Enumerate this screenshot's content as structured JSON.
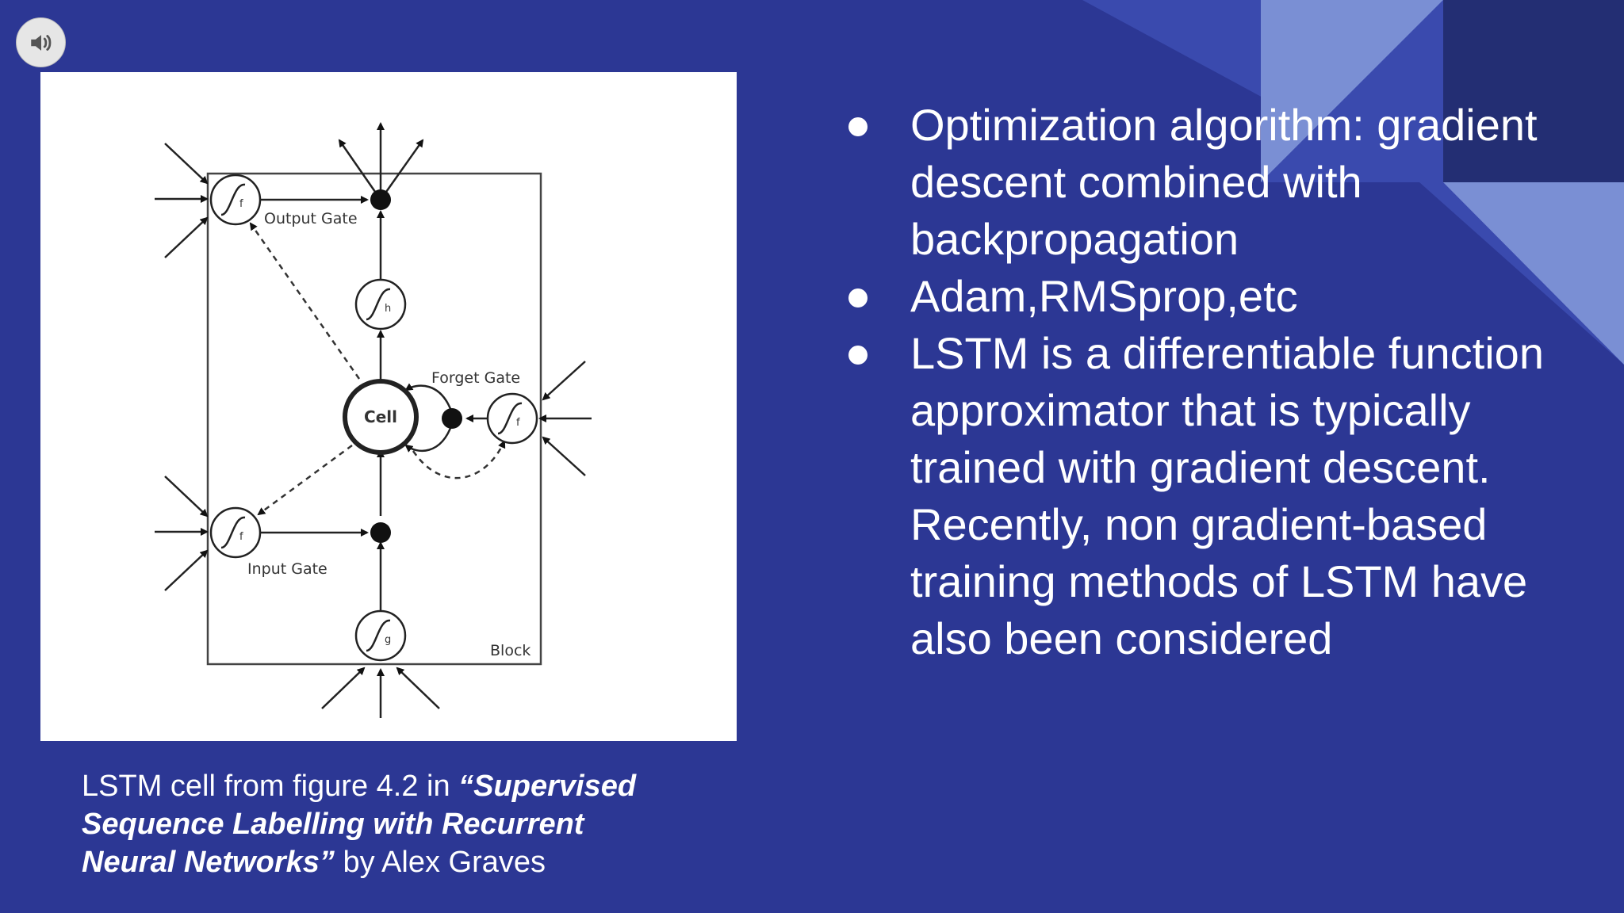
{
  "slide": {
    "audio_icon": "speaker-icon",
    "figure": {
      "labels": {
        "output_gate": "Output Gate",
        "forget_gate": "Forget Gate",
        "input_gate": "Input Gate",
        "cell": "Cell",
        "block": "Block",
        "f_output": "f",
        "f_forget": "f",
        "f_input": "f",
        "h_squash": "h",
        "g_squash": "g"
      }
    },
    "caption": {
      "prefix": "LSTM cell from figure 4.2 in ",
      "title": "“Supervised Sequence Labelling with Recurrent Neural Networks”",
      "suffix": " by Alex Graves"
    },
    "bullets": [
      "Optimization algorithm: gradient descent combined with backpropagation",
      "Adam,RMSprop,etc",
      "LSTM is a differentiable function approximator that is typically trained with gradient descent. Recently, non gradient-based training methods of LSTM have also been considered"
    ],
    "colors": {
      "background": "#2c3794",
      "deco_dark": "#232e73",
      "deco_mid": "#3a4aae",
      "deco_light": "#7a8fd4"
    }
  }
}
